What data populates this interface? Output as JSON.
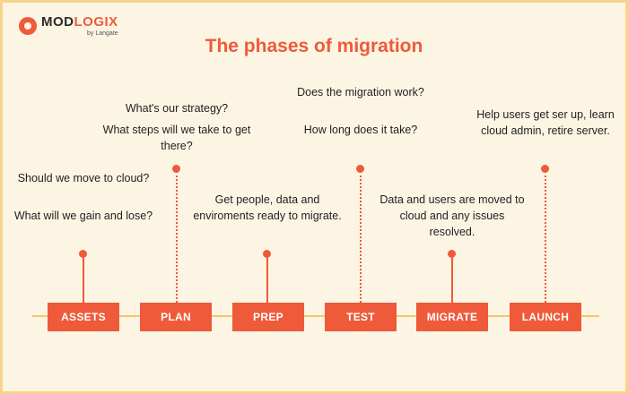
{
  "logo": {
    "name_part1": "MOD",
    "name_part2": "LOGIX",
    "tagline": "by Langate"
  },
  "title": "The phases of migration",
  "phases": [
    {
      "label": "ASSETS",
      "questions": [
        "Should we move to cloud?",
        "What will we gain and lose?"
      ]
    },
    {
      "label": "PLAN",
      "questions": [
        "What's our strategy?",
        "What steps will we take to get there?"
      ]
    },
    {
      "label": "PREP",
      "questions": [
        "Get people, data and enviroments ready to migrate."
      ]
    },
    {
      "label": "TEST",
      "questions": [
        "Does the migration work?",
        "How long does it take?"
      ]
    },
    {
      "label": "MIGRATE",
      "questions": [
        "Data and users are moved to cloud and any issues resolved."
      ]
    },
    {
      "label": "LAUNCH",
      "questions": [
        "Help users get ser up, learn cloud admin, retire server."
      ]
    }
  ],
  "colors": {
    "accent": "#ee5a3a",
    "background": "#fdf5e4",
    "border": "#f7d48a",
    "timeline": "#f7c56a"
  }
}
